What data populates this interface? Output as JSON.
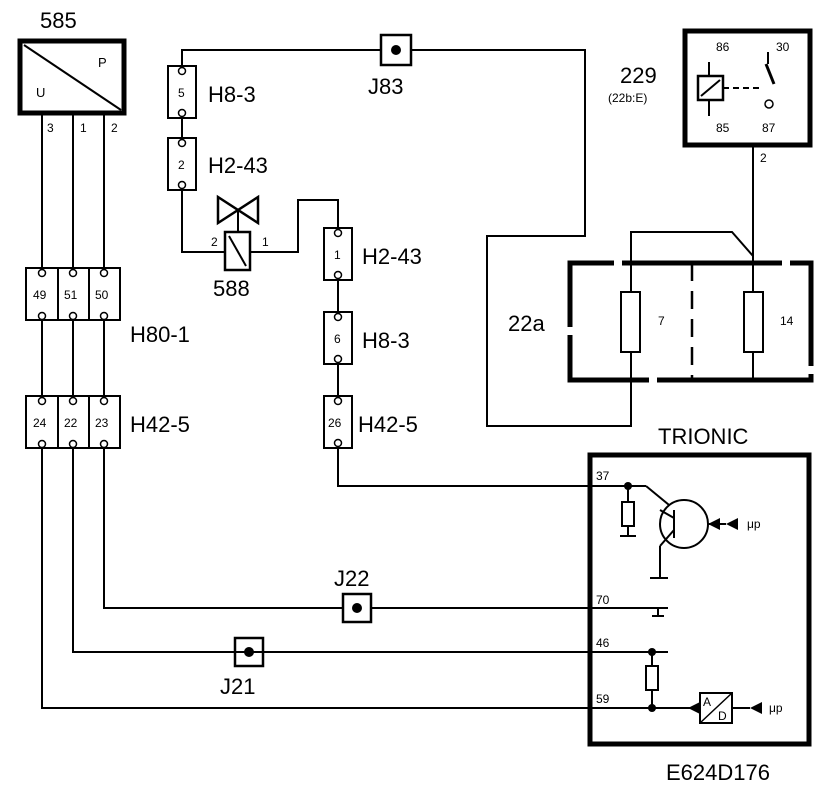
{
  "components": {
    "c585": {
      "id": "585",
      "pin_u": "U",
      "pin_p": "P",
      "pins": [
        "3",
        "1",
        "2"
      ]
    },
    "c229": {
      "id": "229",
      "sub": "(22b:E)",
      "pins": [
        "86",
        "30",
        "85",
        "87"
      ],
      "out_pin": "2"
    },
    "c588": {
      "id": "588",
      "pin_left": "2",
      "pin_right": "1"
    },
    "c22a": {
      "id": "22a",
      "fuse_a": "7",
      "fuse_b": "14"
    },
    "trionic": {
      "title": "TRIONIC",
      "pins": [
        "37",
        "70",
        "46",
        "59"
      ],
      "up_label": "μp",
      "ad_a": "A",
      "ad_d": "D"
    }
  },
  "connectors": {
    "h8_3_top": {
      "label": "H8-3",
      "pin": "5"
    },
    "h2_43_left": {
      "label": "H2-43",
      "pin": "2"
    },
    "h2_43_right": {
      "label": "H2-43",
      "pin": "1"
    },
    "h8_3_right": {
      "label": "H8-3",
      "pin": "6"
    },
    "h42_5_right": {
      "label": "H42-5",
      "pin": "26"
    },
    "h80_1": {
      "label": "H80-1",
      "pins": [
        "49",
        "51",
        "50"
      ]
    },
    "h42_5_left": {
      "label": "H42-5",
      "pins": [
        "24",
        "22",
        "23"
      ]
    }
  },
  "junctions": {
    "j83": "J83",
    "j22": "J22",
    "j21": "J21"
  },
  "diagram_code": "E624D176"
}
